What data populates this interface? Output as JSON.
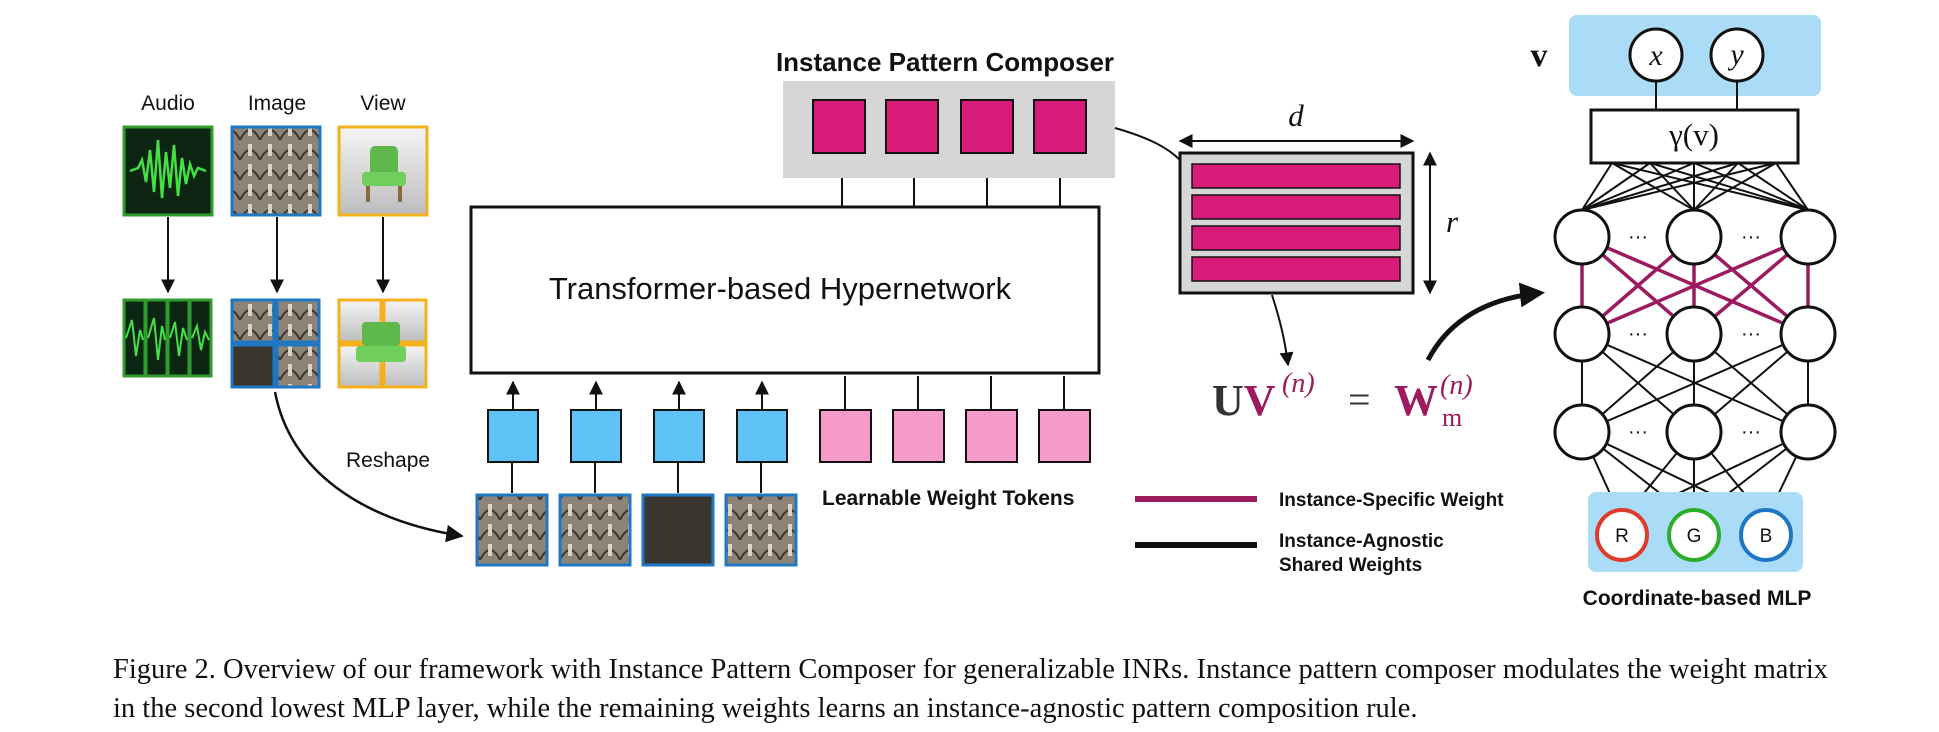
{
  "modalities": {
    "audio": "Audio",
    "image": "Image",
    "view": "View"
  },
  "reshape_label": "Reshape",
  "hypernetwork_label": "Transformer-based Hypernetwork",
  "composer_title": "Instance Pattern Composer",
  "weight_tokens_label": "Learnable Weight Tokens",
  "matrix": {
    "width_symbol": "d",
    "height_symbol": "r"
  },
  "equation": {
    "lhs_u": "U",
    "lhs_v": "V",
    "superscript": "(n)",
    "eq": "=",
    "rhs_w": "W",
    "subscript": "m"
  },
  "legend": {
    "specific": "Instance-Specific Weight",
    "agnostic_line1": "Instance-Agnostic",
    "agnostic_line2": "Shared Weights"
  },
  "mlp": {
    "input_symbol": "v",
    "input_x": "x",
    "input_y": "y",
    "encoding": "γ(v)",
    "dots": "···",
    "outputs": [
      "R",
      "G",
      "B"
    ],
    "title": "Coordinate-based MLP"
  },
  "caption": "Figure 2. Overview of our framework with Instance Pattern Composer for generalizable INRs. Instance pattern composer modulates the weight matrix in the second lowest MLP layer, while the remaining weights learns an instance-agnostic pattern composition rule.",
  "colors": {
    "magenta": "#d81b78",
    "pink": "#f59bcb",
    "blue_token": "#5ec2f7",
    "light_blue_panel": "#aadcf7",
    "composer_gray": "#d6d6d6",
    "specific_weight": "#9c1a5e",
    "audio_border": "#2e9c2e",
    "image_border": "#1f77c4",
    "view_border": "#f5b11c",
    "out_r": "#e03a2a",
    "out_g": "#2cae2c",
    "out_b": "#1f77c4"
  }
}
